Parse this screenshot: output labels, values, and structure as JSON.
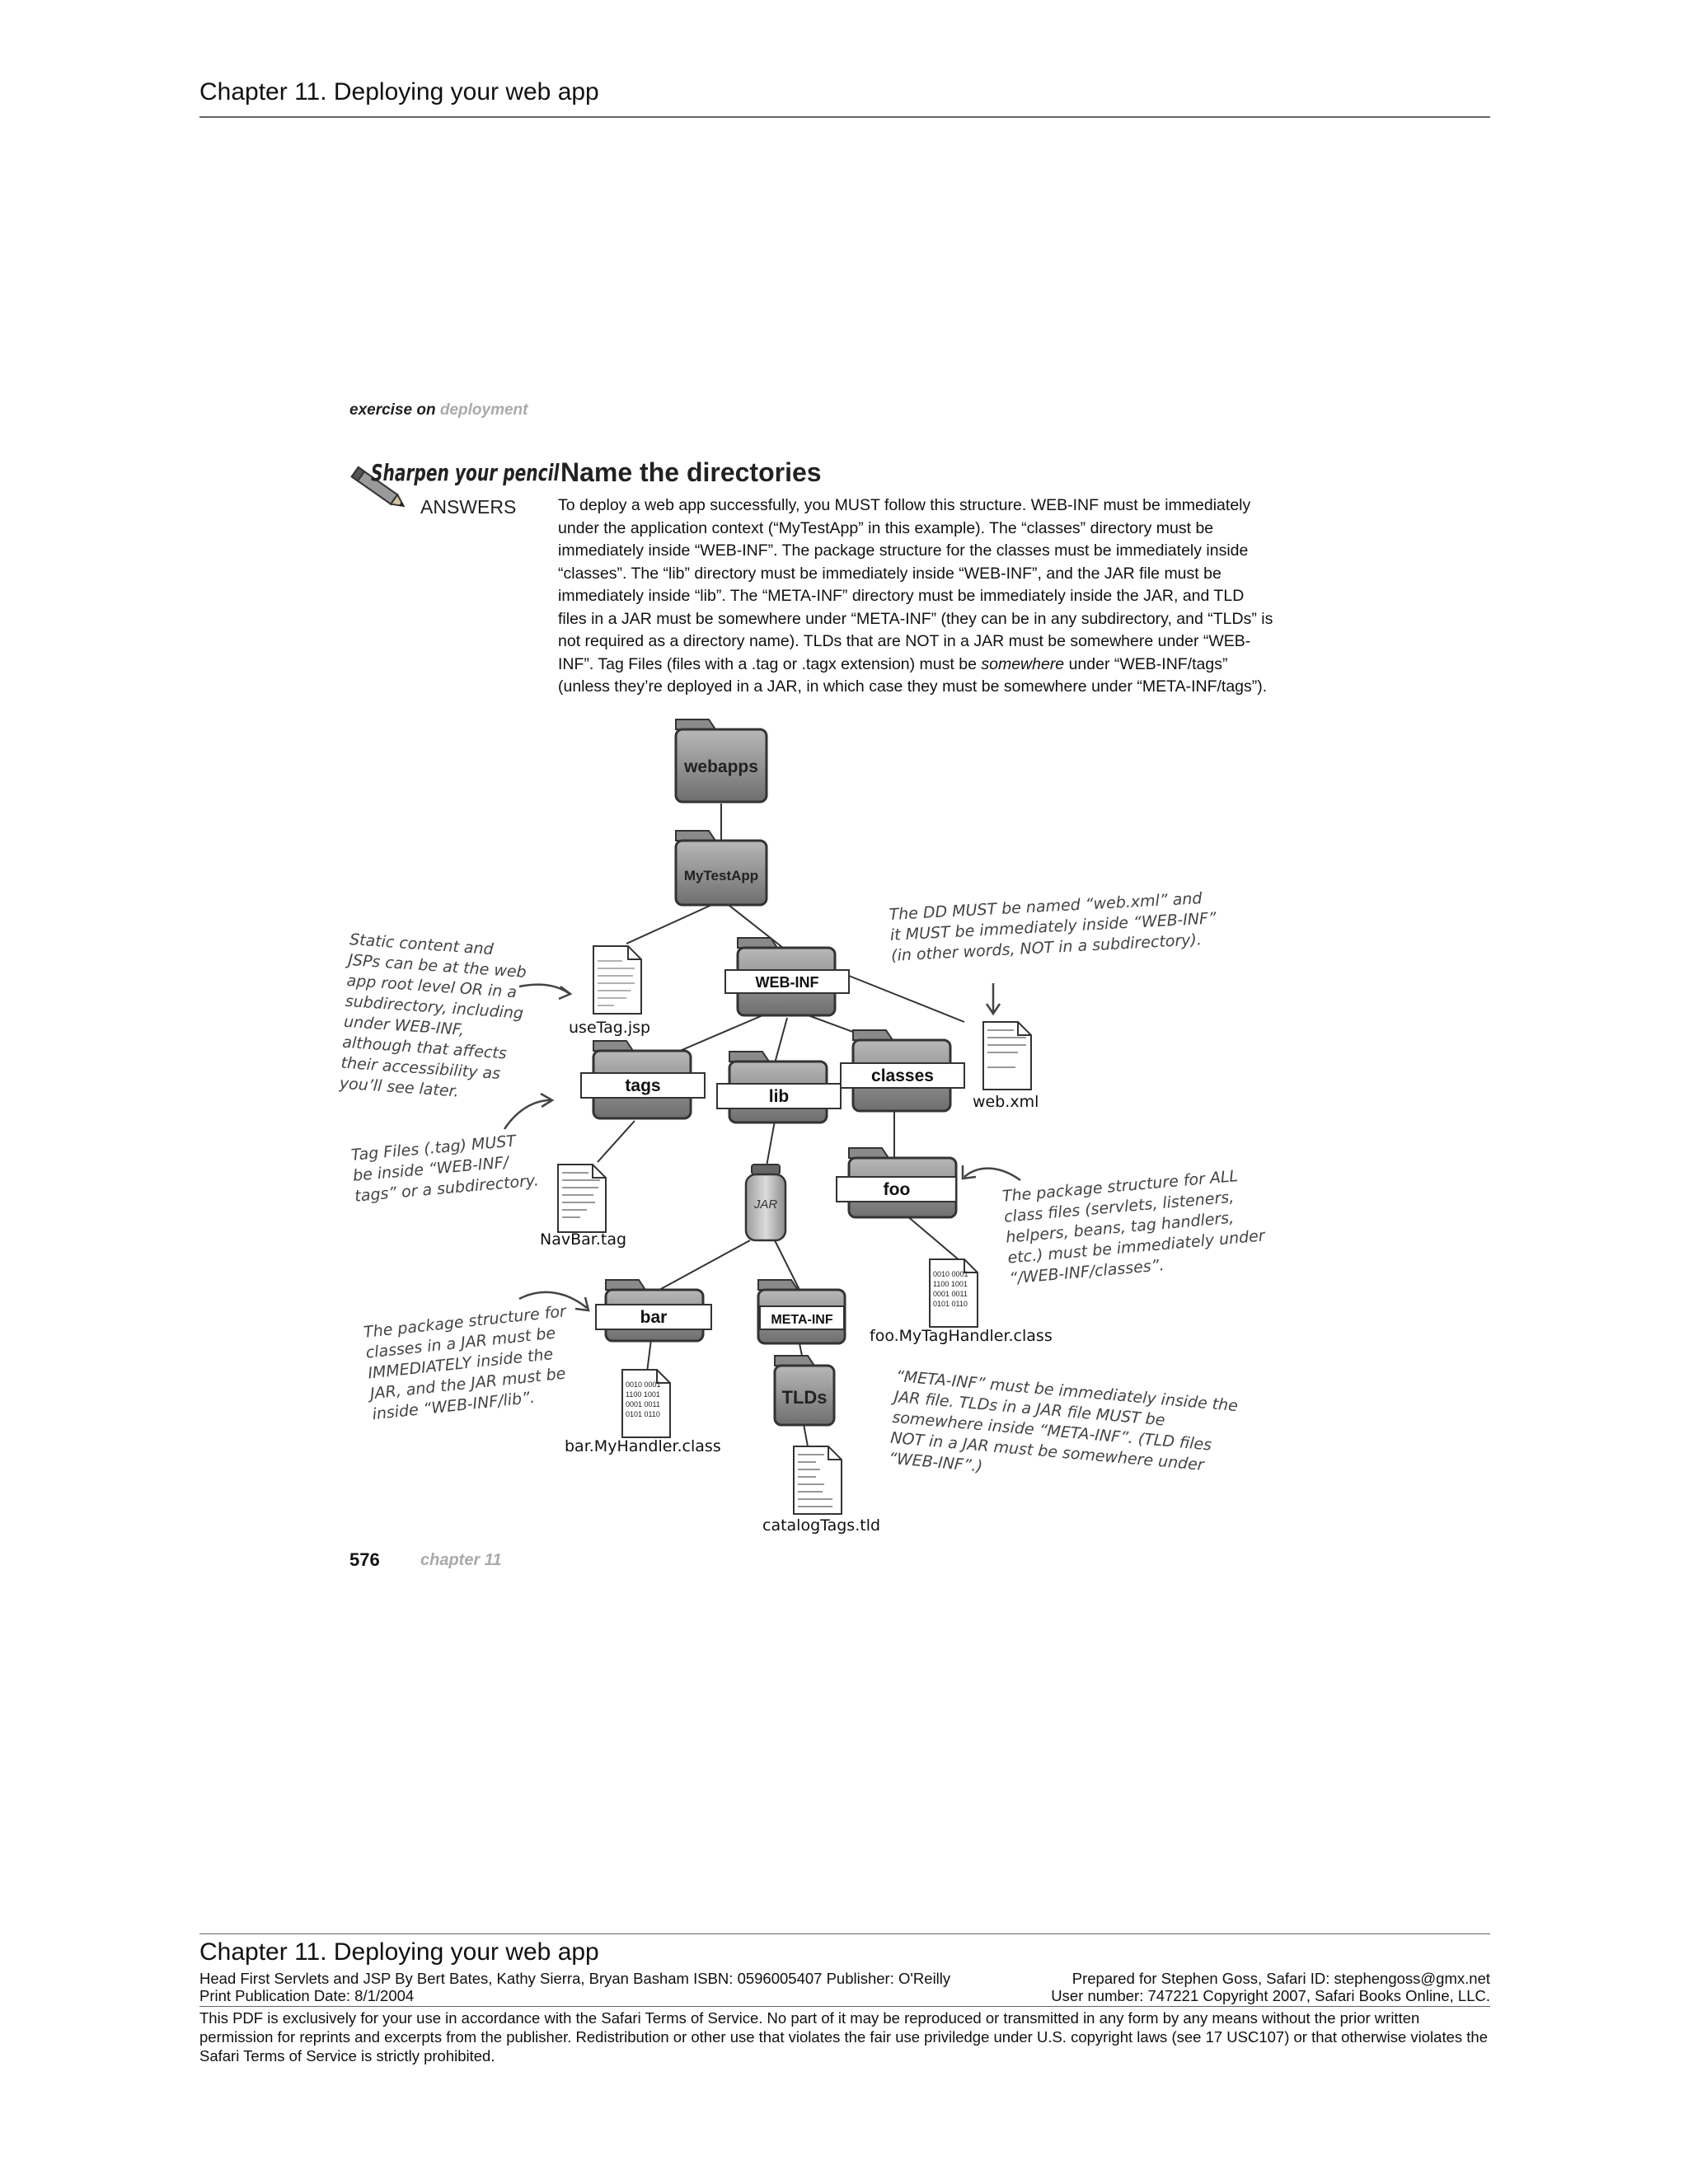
{
  "header": {
    "title": "Chapter 11. Deploying your web app"
  },
  "kicker": {
    "bold": "exercise on",
    "gray": "deployment"
  },
  "sharpen": {
    "title": "Sharpen your pencil",
    "sub": "ANSWERS"
  },
  "section": {
    "title": "Name the directories"
  },
  "intro": {
    "lines": [
      "To deploy a web app successfully, you MUST follow this structure. WEB-INF must be immediately",
      "under the application context (“MyTestApp” in this example). The “classes” directory must be",
      "immediately inside “WEB-INF”. The package structure for the classes must be immediately inside",
      "“classes”. The “lib” directory must be immediately inside “WEB-INF”, and the JAR file must be",
      "immediately inside “lib”. The “META-INF” directory must be immediately inside the JAR, and TLD",
      "files in a JAR must be somewhere under “META-INF” (they can be in any subdirectory, and “TLDs” is",
      "not required as a directory name). TLDs that are NOT in a JAR must be somewhere under “WEB-",
      "INF”. Tag Files (files with a .tag or .tagx extension) must be",
      "somewhere",
      " under “WEB-INF/tags”",
      "(unless they’re deployed in a JAR, in which case they must be somewhere under “META-INF/tags”)."
    ]
  },
  "diagram": {
    "folders": {
      "webapps": "webapps",
      "mytestapp": "MyTestApp",
      "webinf": "WEB-INF",
      "tags": "tags",
      "lib": "lib",
      "classes": "classes",
      "foo": "foo",
      "bar": "bar",
      "metainf": "META-INF",
      "tlds": "TLDs"
    },
    "jar_label": "JAR",
    "files": {
      "usetag": "useTag.jsp",
      "webxml": "web.xml",
      "navbar": "NavBar.tag",
      "foo_class": "foo.MyTagHandler.class",
      "bar_class": "bar.MyHandler.class",
      "catalog": "catalogTags.tld"
    },
    "notes": {
      "static": [
        "Static content and",
        "JSPs can be at the web",
        "app root level OR in a",
        "subdirectory, including",
        "under WEB-INF,",
        "although that affects",
        "their accessibility as",
        "you’ll see later."
      ],
      "dd": [
        "The DD MUST be named “web.xml” and",
        "it MUST be immediately inside “WEB-INF”",
        "(in other words, NOT in a subdirectory)."
      ],
      "tagfiles": [
        "Tag Files (.tag) MUST",
        "be inside “WEB-INF/",
        "tags” or a subdirectory."
      ],
      "package": [
        "The package structure for ALL",
        "class files (servlets, listeners,",
        "helpers, beans, tag handlers,",
        "etc.) must be immediately under",
        "“/WEB-INF/classes”."
      ],
      "jar": [
        "The package structure for",
        "classes in a JAR must be",
        "IMMEDIATELY inside the",
        "JAR, and the JAR must be",
        "inside “WEB-INF/lib”."
      ],
      "metainf": [
        "“META-INF” must be immediately inside the",
        "JAR file. TLDs in a JAR file MUST be",
        "somewhere inside “META-INF”. (TLD files",
        "NOT in a JAR must be somewhere under",
        "“WEB-INF”.)"
      ]
    }
  },
  "page": {
    "number": "576",
    "chapter": "chapter 11"
  },
  "footer": {
    "title": "Chapter 11. Deploying your web app",
    "book": "Head First Servlets and JSP By Bert Bates, Kathy Sierra, Bryan Basham ISBN: 0596005407 Publisher: O'Reilly",
    "prepared": "Prepared for Stephen Goss, Safari ID: stephengoss@gmx.net",
    "pubdate": "Print Publication Date: 8/1/2004",
    "user": "User number: 747221 Copyright 2007, Safari Books Online, LLC.",
    "legal": "This PDF is exclusively for your use in accordance with the Safari Terms of Service. No part of it may be reproduced or transmitted in any form by any means without the prior written permission for reprints and excerpts from the publisher. Redistribution or other use that violates the fair use priviledge under U.S. copyright laws (see 17 USC107) or that otherwise violates the Safari Terms of Service is strictly prohibited."
  }
}
